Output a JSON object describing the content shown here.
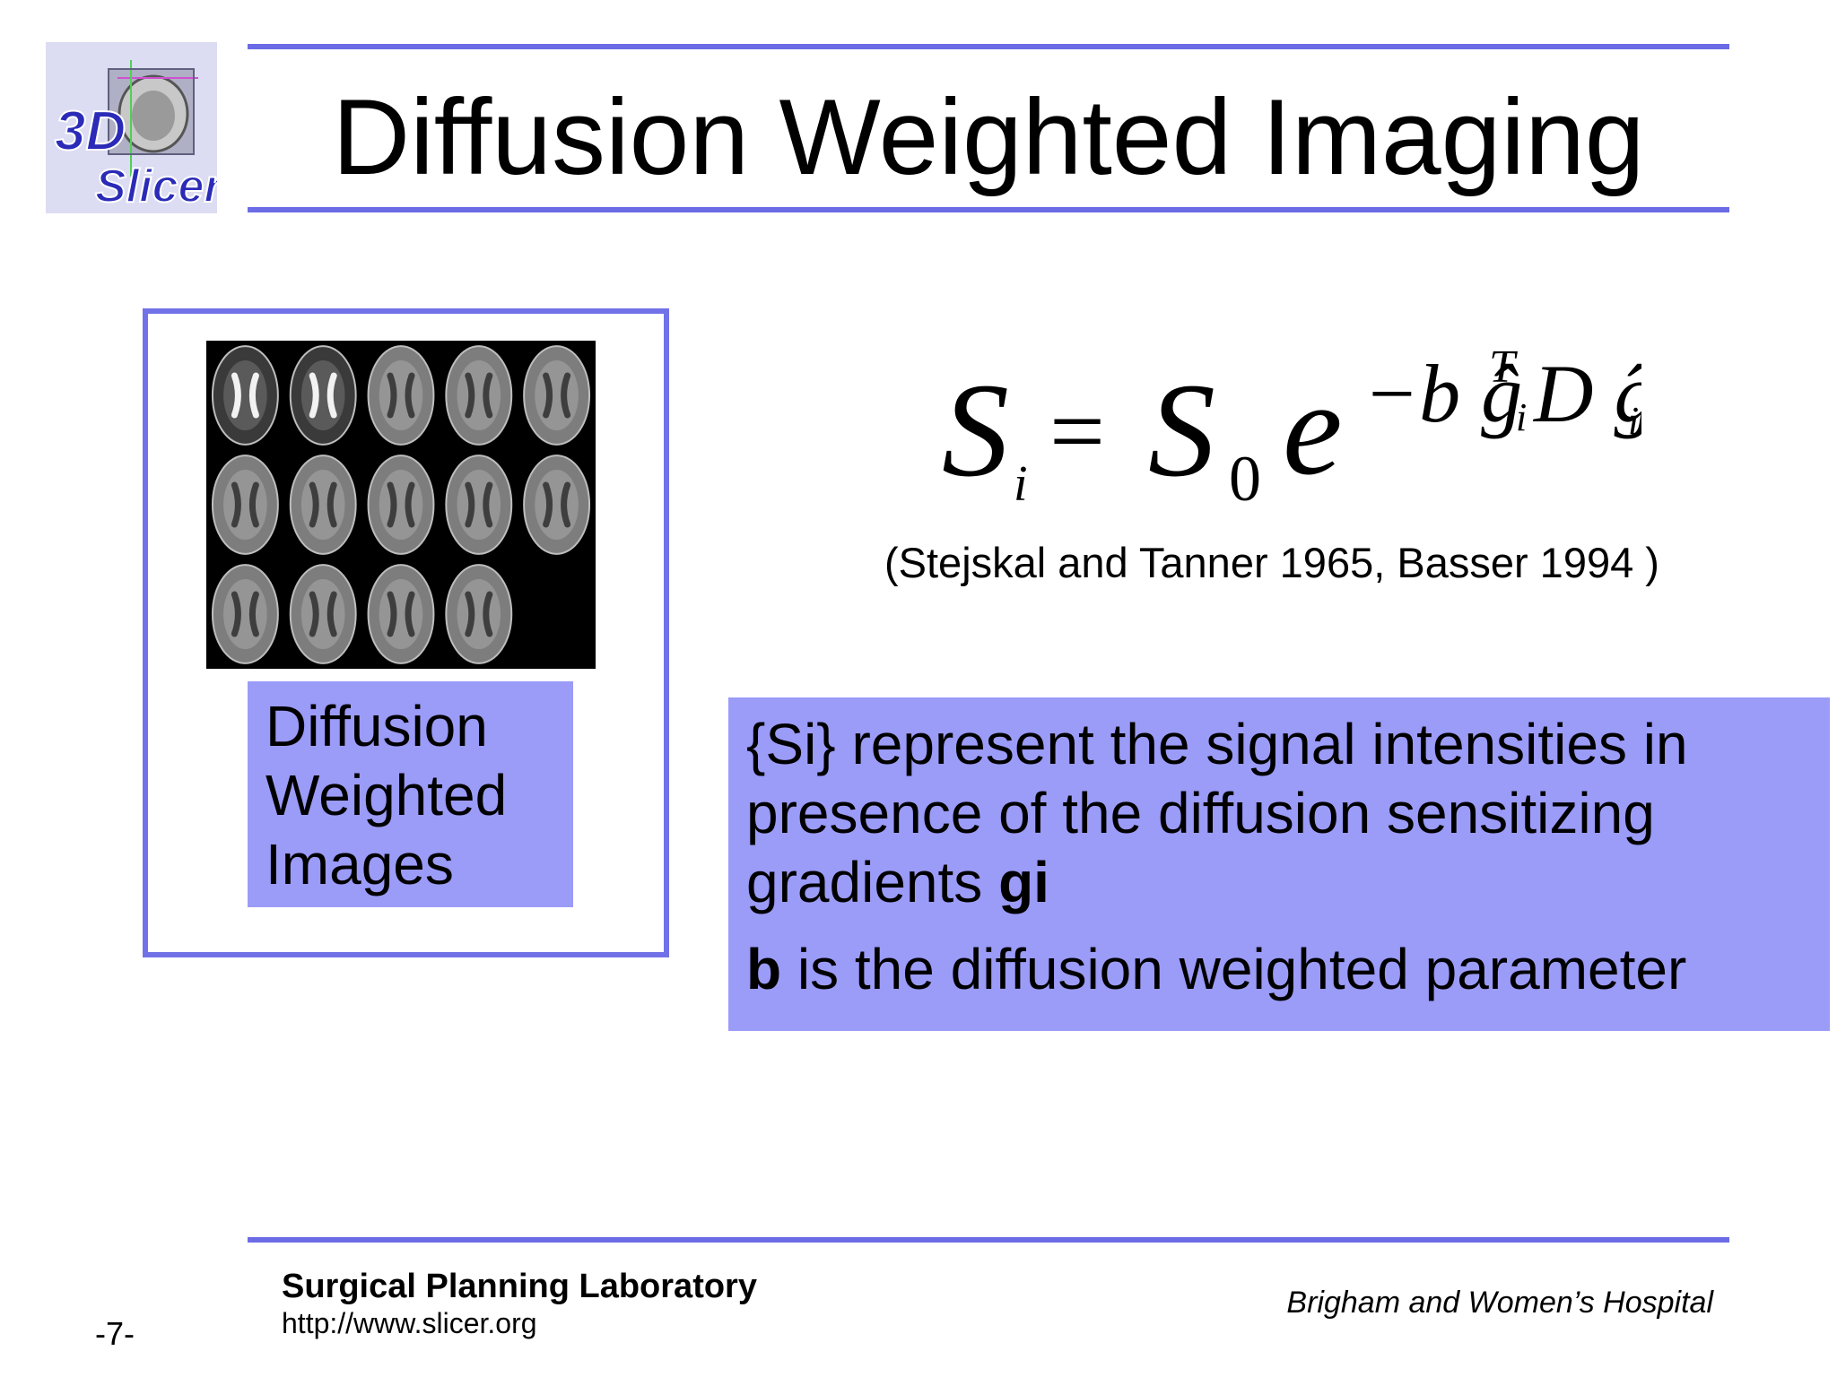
{
  "slide": {
    "title": "Diffusion Weighted Imaging",
    "logo": {
      "line1": "3D",
      "line2": "Slicer"
    },
    "image_caption": "Diffusion Weighted Images",
    "formula": {
      "lhs": "S",
      "lhs_sub": "i",
      "equals": "=",
      "rhs": "S",
      "rhs_sub": "0",
      "base": "e",
      "exponent": "−b ĝ",
      "exp_sub": "i",
      "exp_sup": "T",
      "exp_mid": "D ĝ",
      "exp_sub2": "i"
    },
    "citation": "(Stejskal and Tanner 1965, Basser 1994 )",
    "description": {
      "line1_pre": "{Si} represent the signal intensities in presence of the diffusion sensitizing gradients ",
      "line1_bold": "gi",
      "line2_bold": "b",
      "line2_rest": " is the diffusion weighted parameter"
    },
    "footer": {
      "lab": "Surgical Planning Laboratory",
      "url": "http://www.slicer.org",
      "hospital": "Brigham and Women’s Hospital",
      "page": "-7-"
    }
  },
  "colors": {
    "accent": "#6b6be6",
    "box_fill": "#9b9bf8",
    "logo_bg": "#dcdcf2"
  }
}
